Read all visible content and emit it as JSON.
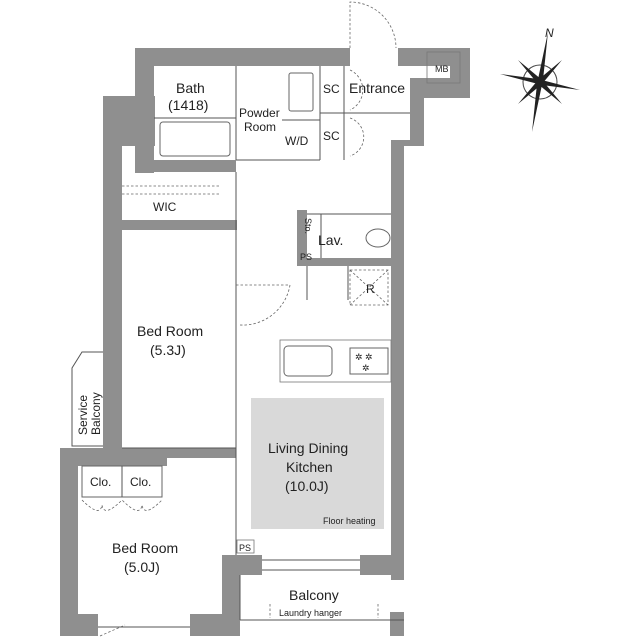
{
  "plan": {
    "rooms": {
      "bath": "Bath",
      "bath_size": "(1418)",
      "powder_1": "Powder",
      "powder_2": "Room",
      "wd": "W/D",
      "sc_upper": "SC",
      "sc_lower": "SC",
      "entrance": "Entrance",
      "mb": "MB",
      "wic": "WIC",
      "sto": "Sto.",
      "lav": "Lav.",
      "ps_upper": "PS",
      "refrigerator": "R",
      "bed1": "Bed Room",
      "bed1_size": "(5.3J)",
      "service_balcony_1": "Service",
      "service_balcony_2": "Balcony",
      "ldk_1": "Living Dining",
      "ldk_2": "Kitchen",
      "ldk_size": "(10.0J)",
      "floor_heating": "Floor heating",
      "clo_1": "Clo.",
      "clo_2": "Clo.",
      "ps_lower": "PS",
      "bed2": "Bed Room",
      "bed2_size": "(5.0J)",
      "balcony": "Balcony",
      "laundry": "Laundry hanger"
    },
    "compass": {
      "icon": "north-arrow-compass-icon",
      "label": "N"
    },
    "colors": {
      "wall": "#8f8f8f",
      "floor_heating": "#d9d9d9"
    }
  }
}
